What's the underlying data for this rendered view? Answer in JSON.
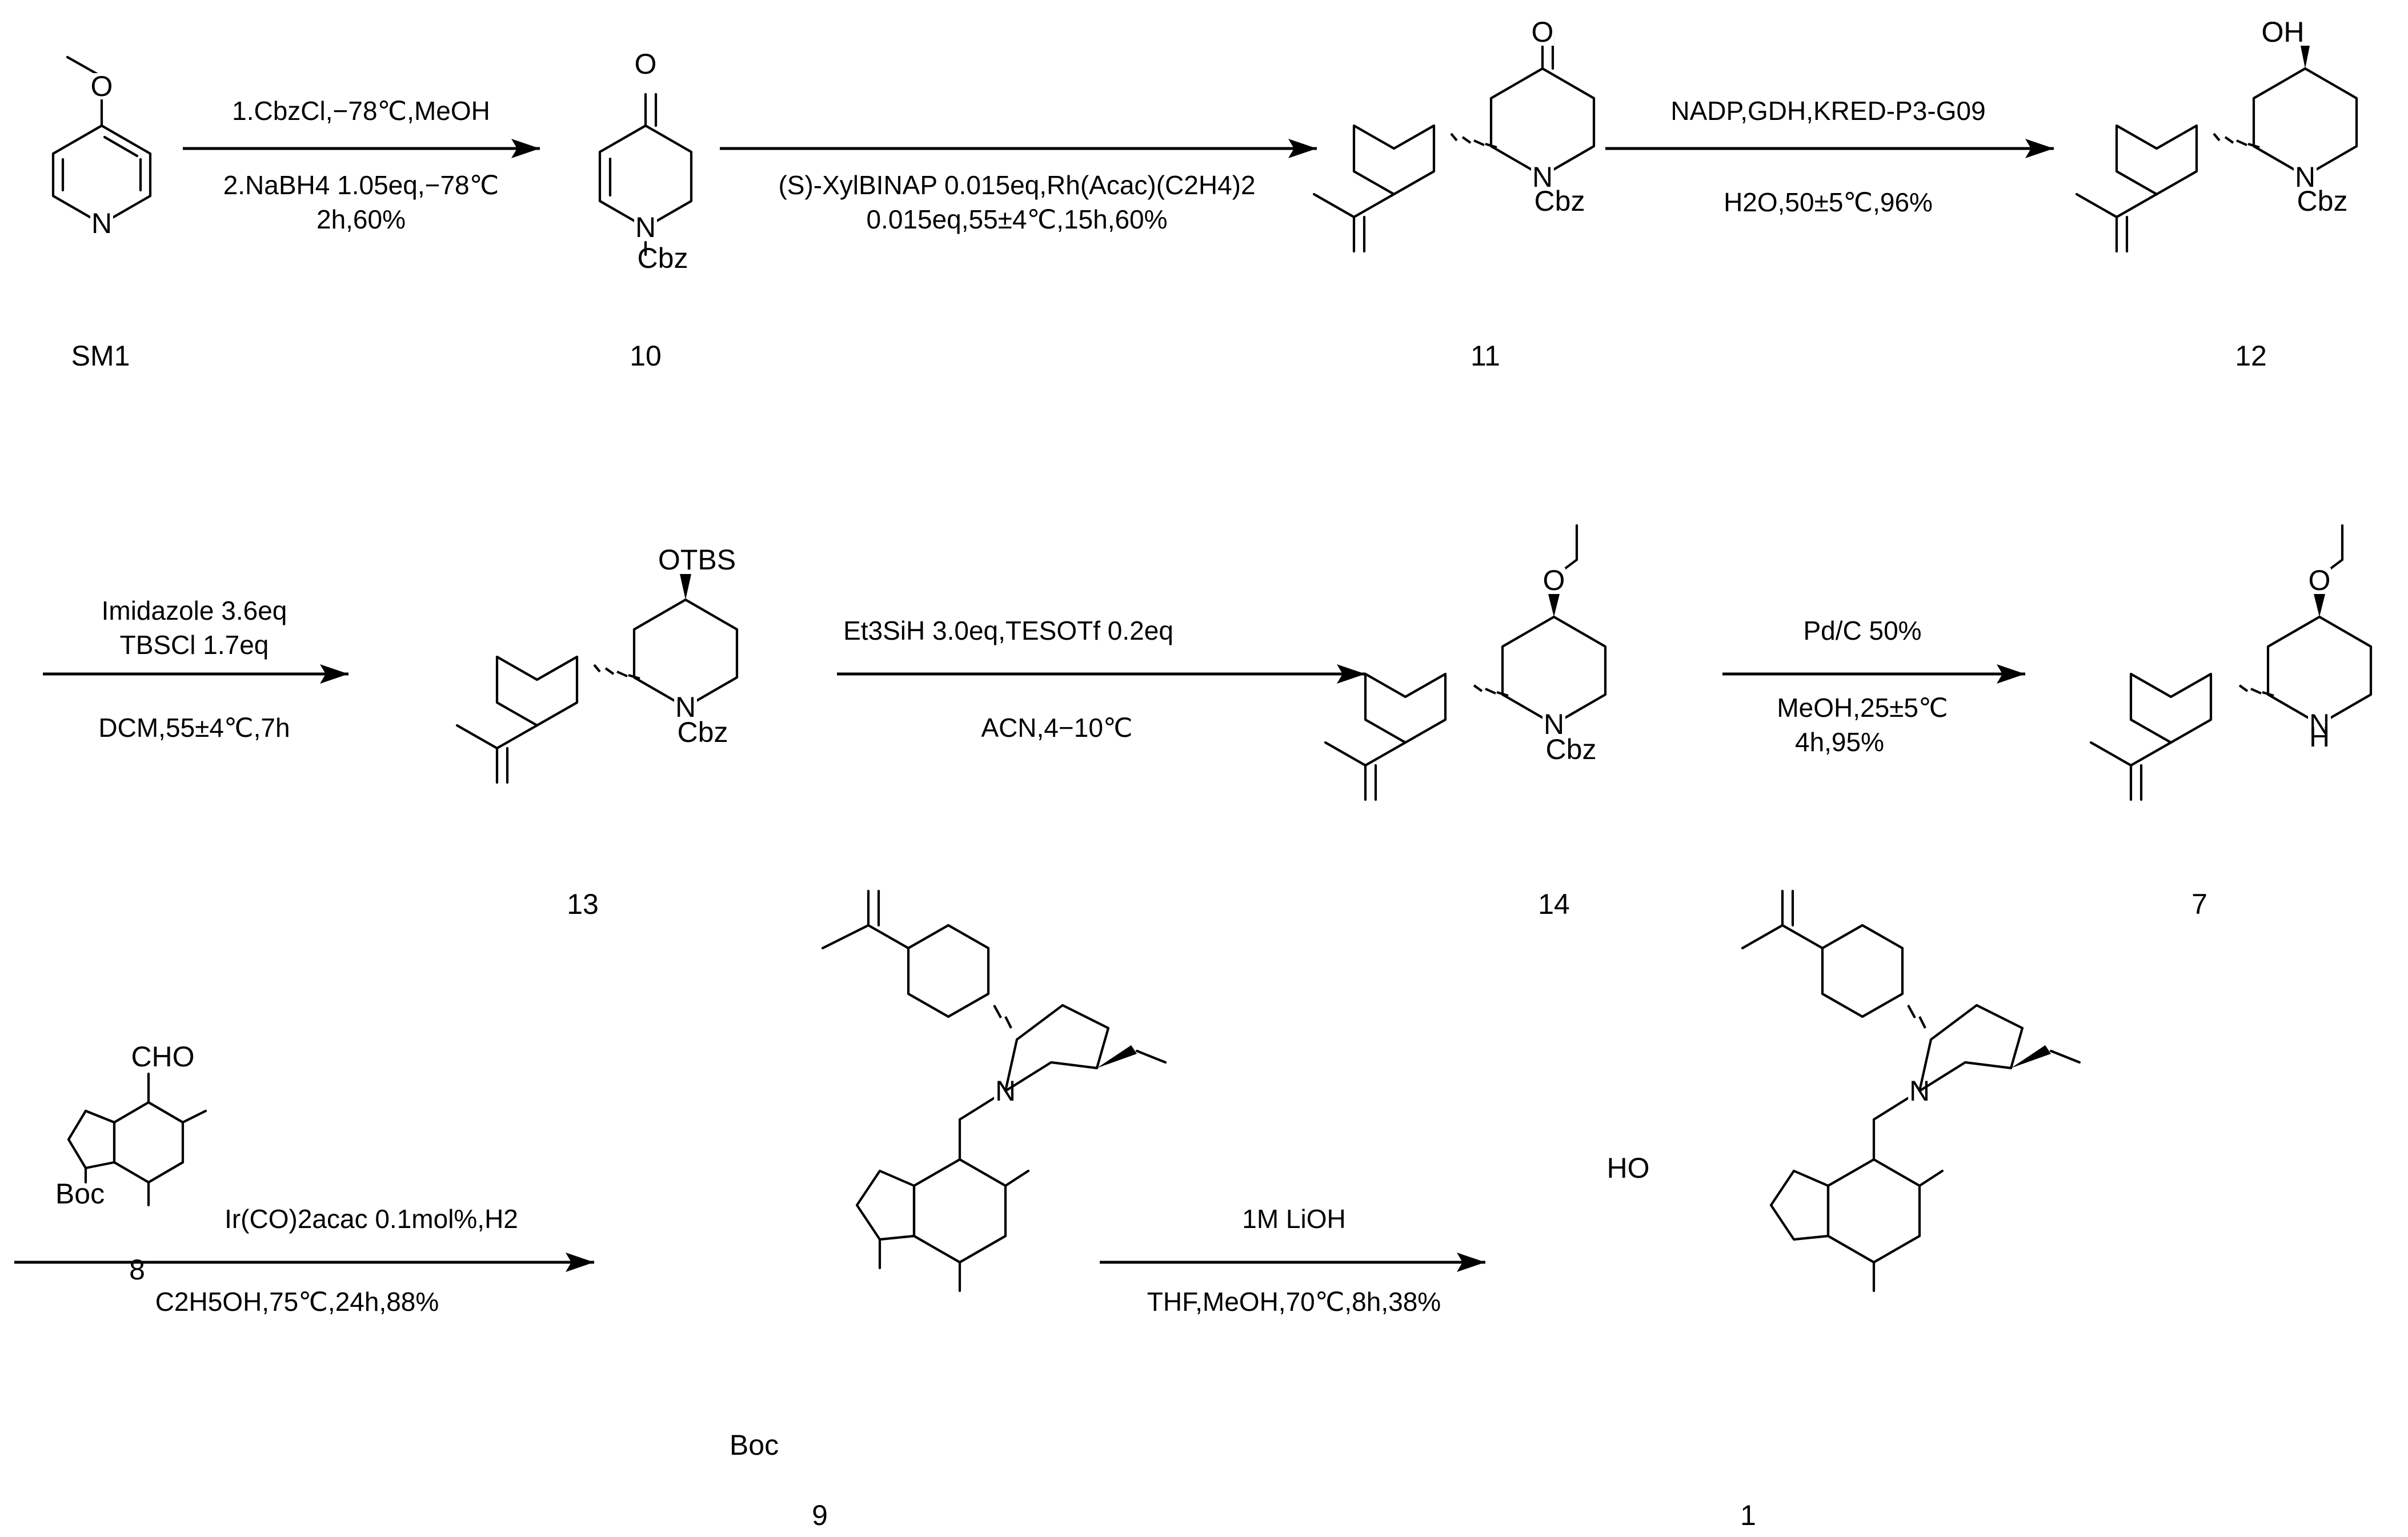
{
  "compounds": {
    "sm1": {
      "label": "SM1"
    },
    "c10": {
      "label": "10",
      "n_sub": "Cbz"
    },
    "c11": {
      "label": "11",
      "n_sub": "Cbz"
    },
    "c12": {
      "label": "12",
      "n_sub": "Cbz",
      "oh": "OH"
    },
    "c13": {
      "label": "13",
      "n_sub": "Cbz",
      "otbs": "OTBS"
    },
    "c14": {
      "label": "14",
      "n_sub": "Cbz"
    },
    "c7": {
      "label": "7"
    },
    "c8": {
      "label": "8",
      "cho": "CHO",
      "boc": "Boc"
    },
    "c9": {
      "label": "9",
      "boc": "Boc"
    },
    "c1": {
      "label": "1",
      "ho": "HO"
    }
  },
  "reactions": [
    {
      "lines": [
        "1.CbzCl,−78℃,MeOH",
        "2.NaBH4 1.05eq,−78℃",
        "2h,60%"
      ]
    },
    {
      "lines": [
        "(S)-XylBINAP 0.015eq,Rh(Acac)(C2H4)2",
        "0.015eq,55±4℃,15h,60%"
      ]
    },
    {
      "lines": [
        "NADP,GDH,KRED-P3-G09",
        "H2O,50±5℃,96%"
      ]
    },
    {
      "lines": [
        "Imidazole 3.6eq",
        "TBSCl 1.7eq",
        "DCM,55±4℃,7h"
      ]
    },
    {
      "lines": [
        "Et3SiH 3.0eq,TESOTf 0.2eq",
        "ACN,4−10℃"
      ]
    },
    {
      "lines": [
        "Pd/C 50%",
        "MeOH,25±5℃",
        "4h,95%"
      ]
    },
    {
      "lines": [
        "Ir(CO)2acac 0.1mol%,H2",
        "C2H5OH,75℃,24h,88%"
      ]
    },
    {
      "lines": [
        "1M LiOH",
        "THF,MeOH,70℃,8h,38%"
      ]
    }
  ]
}
